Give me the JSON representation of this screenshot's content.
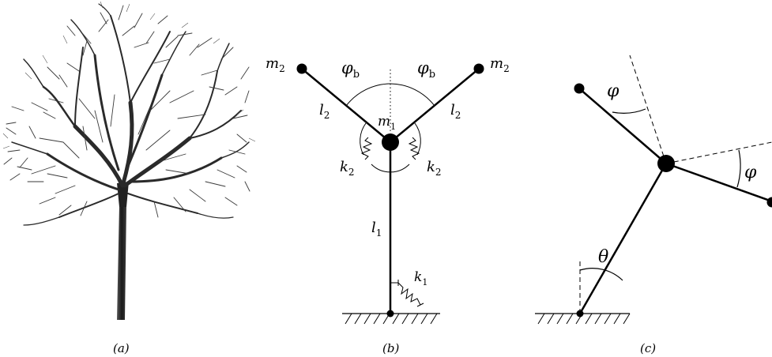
{
  "captions": {
    "a": "(a)",
    "b": "(b)",
    "c": "(c)"
  },
  "panel_b": {
    "mass_left": {
      "base": "m",
      "sub": "2"
    },
    "mass_right": {
      "base": "m",
      "sub": "2"
    },
    "mass_center": {
      "base": "m",
      "sub": "1"
    },
    "angle_left": {
      "base": "φ",
      "sub": "b"
    },
    "angle_right": {
      "base": "φ",
      "sub": "b"
    },
    "length_left": {
      "base": "l",
      "sub": "2"
    },
    "length_right": {
      "base": "l",
      "sub": "2"
    },
    "spring_left": {
      "base": "k",
      "sub": "2"
    },
    "spring_right": {
      "base": "k",
      "sub": "2"
    },
    "trunk_length": {
      "base": "l",
      "sub": "1"
    },
    "base_spring": {
      "base": "k",
      "sub": "1"
    }
  },
  "panel_c": {
    "angle_upper": "φ",
    "angle_right": "φ",
    "angle_trunk": "θ"
  },
  "colors": {
    "ink": "#000000",
    "bark": "#2a2a2a"
  }
}
